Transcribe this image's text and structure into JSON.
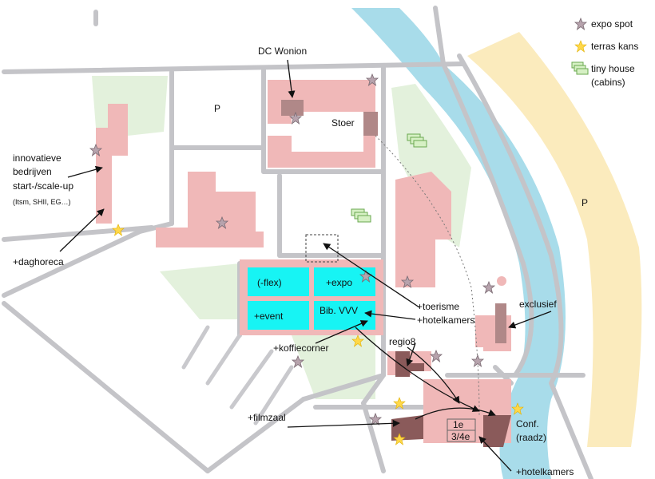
{
  "labels": {
    "p_left": "P",
    "p_right": "P",
    "dc_wonion": "DC Wonion",
    "stoer": "Stoer",
    "innovatieve_1": "innovatieve",
    "innovatieve_2": "bedrijven",
    "innovatieve_3": "start-/scale-up",
    "innovatieve_4": "(Itsm, SHII, EG…)",
    "daghoreca": "+daghoreca",
    "flex": "(-flex)",
    "expo": "+expo",
    "event": "+event",
    "bib": "Bib. VVV",
    "toerisme": "+toerisme",
    "hotelkamers_mid": "+hotelkamers",
    "exclusief": "exclusief",
    "regio8": "regio8",
    "koffiecorner": "+koffiecorner",
    "filmzaal": "+filmzaal",
    "floor_1e": "1e",
    "floor_34e": "3/4e",
    "conf_1": "Conf.",
    "conf_2": "(raadz)",
    "hotelkamers_bottom": "+hotelkamers"
  },
  "legend": {
    "expo_spot": "expo spot",
    "terras_kans": "terras kans",
    "tiny_house_1": "tiny house",
    "tiny_house_2": "(cabins)"
  },
  "colors": {
    "building": "#f0b8b8",
    "building_dark": "#b08888",
    "green_area": "#e3f1dc",
    "river": "#a8dcea",
    "sand": "#fbebbd",
    "highlight": "#17f4f4",
    "road": "#c4c4c8"
  }
}
